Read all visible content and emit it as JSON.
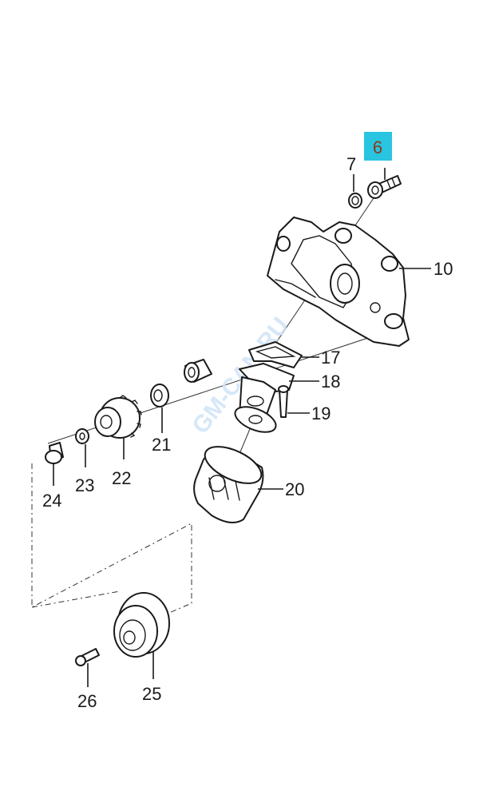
{
  "highlight": {
    "label": "6",
    "color": "#29c4e0"
  },
  "callouts": {
    "c7": "7",
    "c10": "10",
    "c17": "17",
    "c18": "18",
    "c19": "19",
    "c20": "20",
    "c21": "21",
    "c22": "22",
    "c23": "23",
    "c24": "24",
    "c25": "25",
    "c26": "26"
  },
  "watermark": "GM-CAN.RU"
}
